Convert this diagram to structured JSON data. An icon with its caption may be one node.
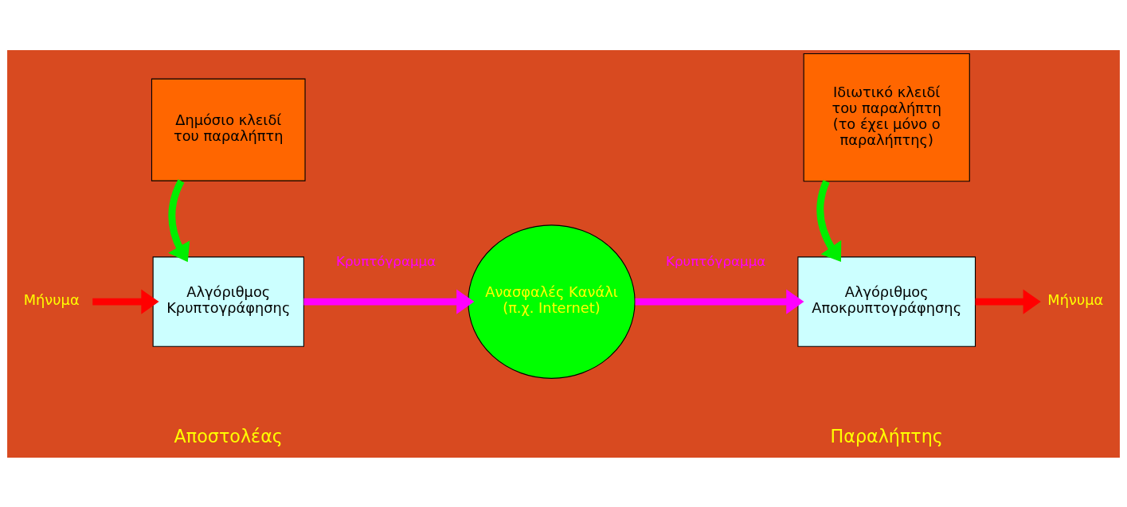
{
  "diagram": {
    "nodes": [
      {
        "text": [
          "Δημόσιο κλειδί του παραλήπτη"
        ]
      },
      {
        "text": [
          "Ιδιωτικό κλειδί του παραλήπτη (το έχει μόνο ο παραλήπτης)"
        ]
      },
      {
        "text": [
          "Μήνυμα"
        ]
      },
      {
        "text": [
          "Αλγόριθμος Κρυπτογράφησης"
        ]
      },
      {
        "text": [
          "Ανασφαλές Κανάλι (π.χ. Internet)"
        ]
      },
      {
        "text": [
          "Αλγόριθμος Αποκρυπτογράφησης"
        ]
      },
      {
        "text": [
          "Μήνυμα"
        ]
      }
    ],
    "edges": [
      {
        "from": 0,
        "to": 3,
        "arrow": "to",
        "color": "#00ee00"
      },
      {
        "from": 1,
        "to": 5,
        "arrow": "to",
        "color": "#00ee00"
      },
      {
        "from": 2,
        "to": 3,
        "arrow": "to",
        "color": "#ff0000"
      },
      {
        "from": 3,
        "to": 4,
        "arrow": "to",
        "color": "#ff00ff",
        "label": "Κρυπτόγραμμα"
      },
      {
        "from": 4,
        "to": 5,
        "arrow": "to",
        "color": "#ff00ff",
        "label": "Κρυπτόγραμμα"
      },
      {
        "from": 5,
        "to": 6,
        "arrow": "to",
        "color": "#ff0000"
      }
    ],
    "labels": [
      "Αποστολέας",
      "Παραλήπτης"
    ]
  }
}
